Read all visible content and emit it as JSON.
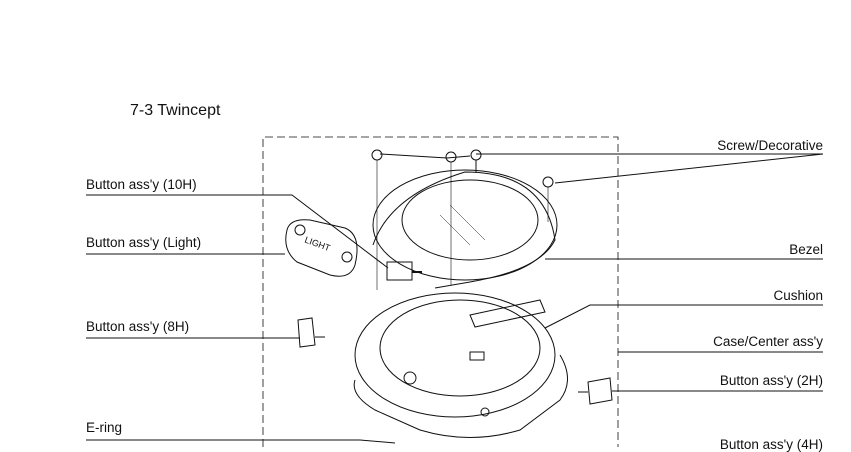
{
  "title": "7-3 Twincept",
  "labels_left": [
    "Button ass'y (10H)",
    "Button ass'y (Light)",
    "Button ass'y (8H)",
    "E-ring"
  ],
  "labels_right": [
    "Screw/Decorative",
    "Bezel",
    "Cushion",
    "Case/Center ass'y",
    "Button ass'y (2H)",
    "Button ass'y (4H)"
  ],
  "light_cap_text": "LIGHT"
}
